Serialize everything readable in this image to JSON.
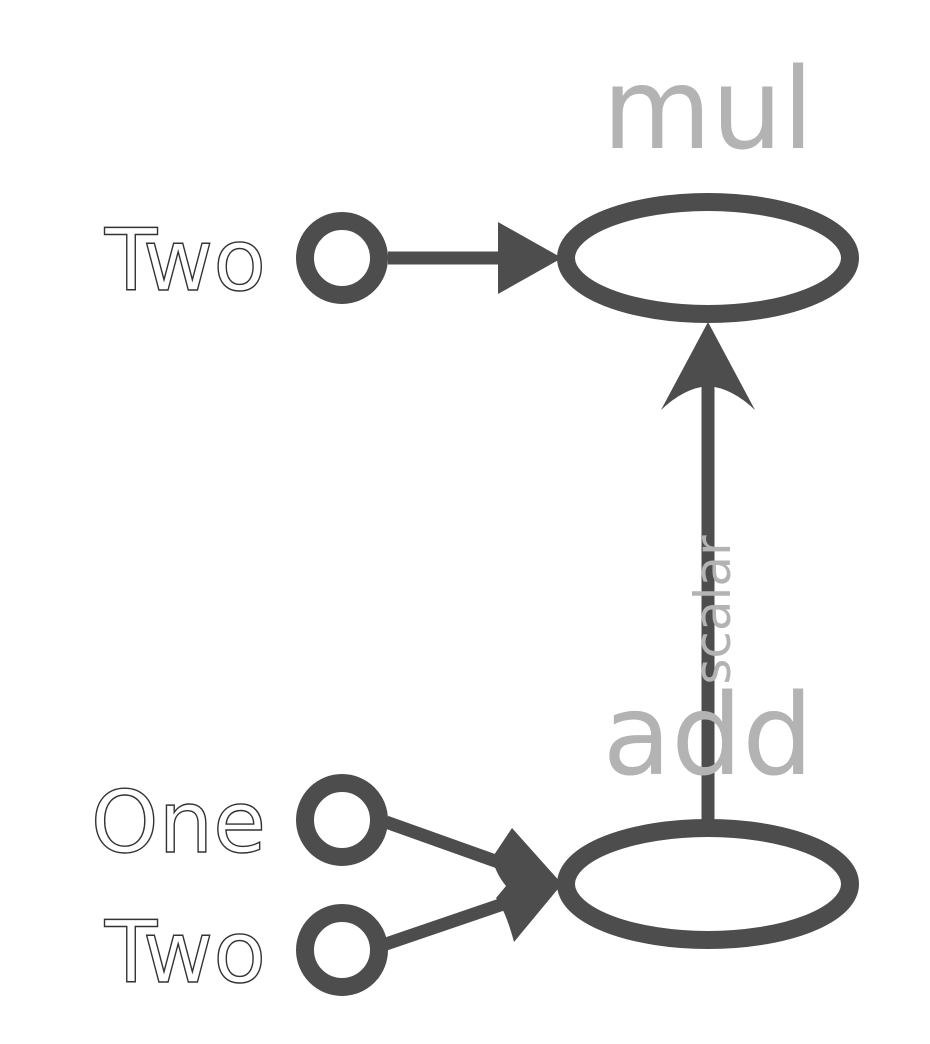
{
  "colors": {
    "stroke": "#4d4d4d",
    "node_title": "#b3b3b3",
    "port_label_fill": "#ffffff",
    "port_label_outline": "#333333",
    "edge_label": "#b3b3b3",
    "background": "#ffffff"
  },
  "nodes": {
    "mul": {
      "title": "mul"
    },
    "add": {
      "title": "add"
    }
  },
  "inputs": {
    "mul_two": {
      "label": "Two"
    },
    "add_one": {
      "label": "One"
    },
    "add_two": {
      "label": "Two"
    }
  },
  "edges": {
    "add_to_mul": {
      "label": "scalar"
    }
  }
}
